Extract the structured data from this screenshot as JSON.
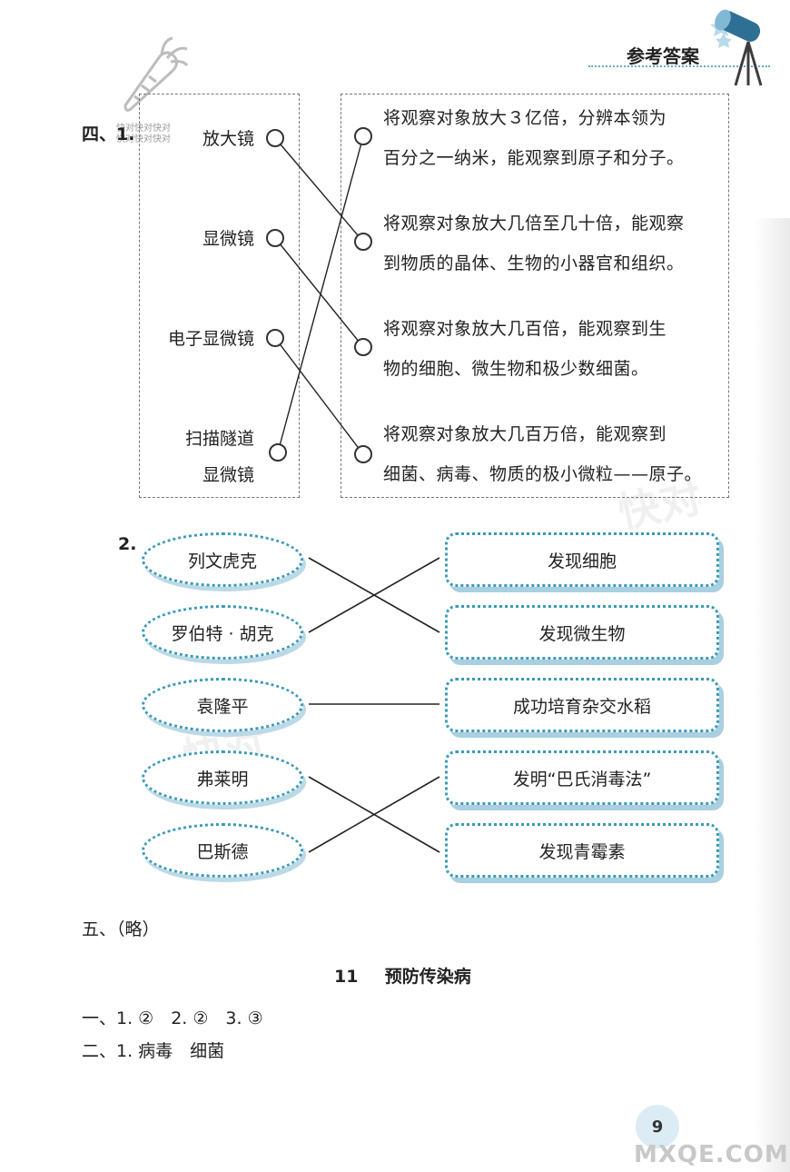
{
  "header": {
    "title": "参考答案"
  },
  "watermark": {
    "small": [
      "快对快对快对",
      "快对快对快对"
    ],
    "big1": "快对",
    "big2": "快对"
  },
  "section4": {
    "label": "四、1.",
    "instruments": [
      {
        "name": "放大镜"
      },
      {
        "name": "显微镜"
      },
      {
        "name": "电子显微镜"
      },
      {
        "name_line1": "扫描隧道",
        "name_line2": "显微镜"
      }
    ],
    "descriptions": [
      {
        "line1": "将观察对象放大３亿倍，分辨本领为",
        "line2": "百分之一纳米，能观察到原子和分子。"
      },
      {
        "line1": "将观察对象放大几倍至几十倍，能观察",
        "line2": "到物质的晶体、生物的小器官和组织。"
      },
      {
        "line1": "将观察对象放大几百倍，能观察到生",
        "line2": "物的细胞、微生物和极少数细菌。"
      },
      {
        "line1": "将观察对象放大几百万倍，能观察到",
        "line2": "细菌、病毒、物质的极小微粒——原子。"
      }
    ],
    "matches": [
      [
        0,
        1
      ],
      [
        1,
        2
      ],
      [
        2,
        3
      ],
      [
        3,
        0
      ]
    ]
  },
  "part2": {
    "label": "2.",
    "people": [
      "列文虎克",
      "罗伯特 · 胡克",
      "袁隆平",
      "弗莱明",
      "巴斯德"
    ],
    "achievements": [
      "发现细胞",
      "发现微生物",
      "成功培育杂交水稻",
      "发明“巴氏消毒法”",
      "发现青霉素"
    ],
    "matches": [
      [
        0,
        1
      ],
      [
        1,
        0
      ],
      [
        2,
        2
      ],
      [
        3,
        4
      ],
      [
        4,
        3
      ]
    ]
  },
  "section5": {
    "text": "五、（略）"
  },
  "lesson": {
    "number": "11",
    "title": "预防传染病"
  },
  "answers": [
    "一、1. ②　2. ②　3. ③",
    "二、1. 病毒　细菌"
  ],
  "page_number": "9",
  "footer_watermark": "MXQE.COM"
}
